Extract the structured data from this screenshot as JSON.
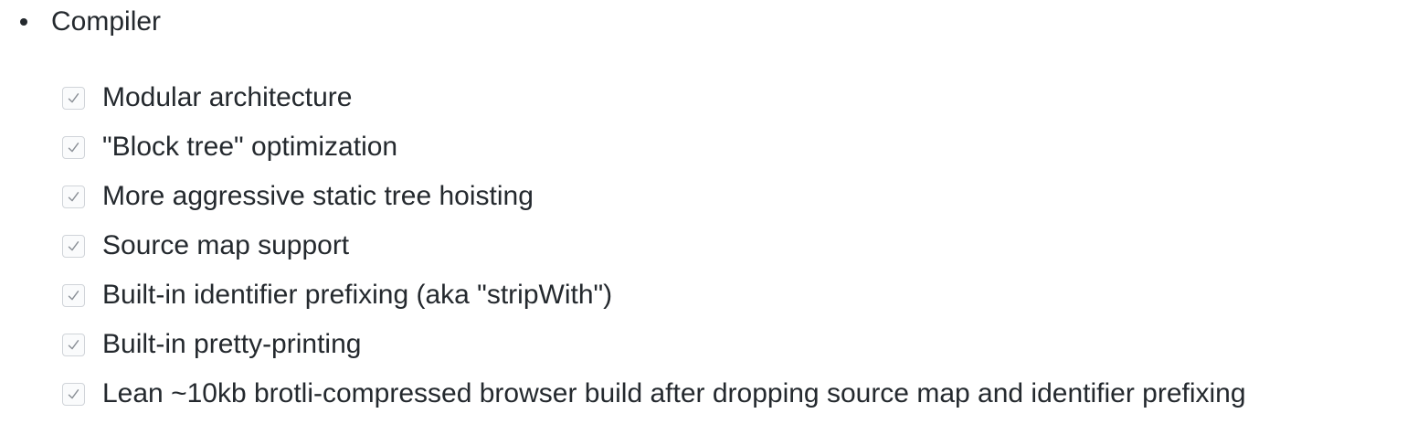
{
  "section": {
    "heading": "Compiler",
    "tasks": [
      {
        "label": "Modular architecture",
        "checked": true
      },
      {
        "label": "\"Block tree\" optimization",
        "checked": true
      },
      {
        "label": "More aggressive static tree hoisting",
        "checked": true
      },
      {
        "label": "Source map support",
        "checked": true
      },
      {
        "label": "Built-in identifier prefixing (aka \"stripWith\")",
        "checked": true
      },
      {
        "label": "Built-in pretty-printing",
        "checked": true
      },
      {
        "label": "Lean ~10kb brotli-compressed browser build after dropping source map and identifier prefixing",
        "checked": true
      }
    ]
  },
  "colors": {
    "text": "#24292e",
    "checkmark": "#8a8f96",
    "checkbox_border": "#d0d4d9"
  },
  "icons": {
    "bullet": "bullet-dot-icon",
    "check": "checkmark-icon"
  }
}
